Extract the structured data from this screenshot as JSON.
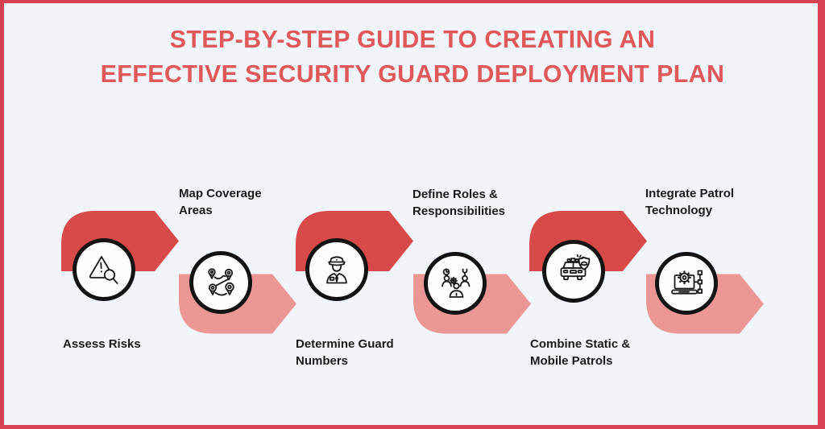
{
  "colors": {
    "background": "#F1F5FA",
    "frame_border": "#D54053",
    "title_text": "#E0585A",
    "arrow_dark": "#D74A49",
    "arrow_light": "#EA9795",
    "circle_ring": "#131313",
    "circle_fill": "#FDFDFD",
    "label_text": "#1B1B1B",
    "icon_stroke": "#1A1A1A"
  },
  "title": {
    "line1": "STEP-BY-STEP GUIDE TO CREATING AN",
    "line2": "EFFECTIVE SECURITY GUARD DEPLOYMENT PLAN"
  },
  "steps": [
    {
      "label": "Assess Risks",
      "icon": "risk-alert-magnifier-icon",
      "arrow_color": "dark",
      "label_position": "below"
    },
    {
      "label": "Map Coverage Areas",
      "icon": "map-route-pins-icon",
      "arrow_color": "light",
      "label_position": "above"
    },
    {
      "label": "Determine Guard Numbers",
      "icon": "security-guard-icon",
      "arrow_color": "dark",
      "label_position": "below"
    },
    {
      "label": "Define Roles & Responsibilities",
      "icon": "team-roles-icon",
      "arrow_color": "light",
      "label_position": "above"
    },
    {
      "label": "Combine Static & Mobile Patrols",
      "icon": "patrol-car-shield-icon",
      "arrow_color": "dark",
      "label_position": "below"
    },
    {
      "label": "Integrate Patrol Technology",
      "icon": "laptop-gear-network-icon",
      "arrow_color": "light",
      "label_position": "above"
    }
  ]
}
